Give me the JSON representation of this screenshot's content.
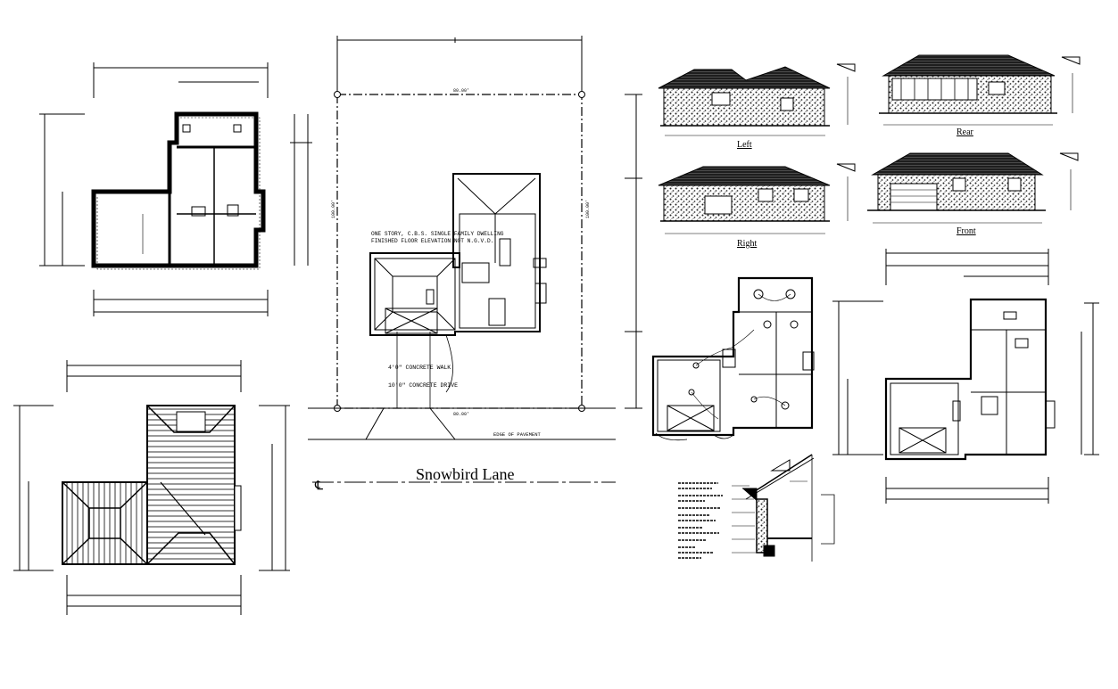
{
  "site_plan": {
    "street_name": "Snowbird Lane",
    "note_line_1": "ONE STORY, C.B.S. SINGLE FAMILY DWELLING",
    "note_line_2": "FINISHED FLOOR ELEVATION NOT N.G.V.D.",
    "walk_label": "4'0\" CONCRETE WALK",
    "drive_label": "10'0\" CONCRETE DRIVE",
    "pavement_label": "EDGE OF PAVEMENT",
    "dim_top": "80.00'",
    "dim_bottom": "80.00'",
    "dim_left": "100.00'",
    "dim_right": "100.00'",
    "centerline_symbol": "℄"
  },
  "elevations": {
    "left": "Left",
    "rear": "Rear",
    "right": "Right",
    "front": "Front"
  },
  "colors": {
    "ink": "#000000",
    "paper": "#ffffff",
    "roof_fill": "#2a2a2a",
    "stone_fill": "#555555"
  }
}
